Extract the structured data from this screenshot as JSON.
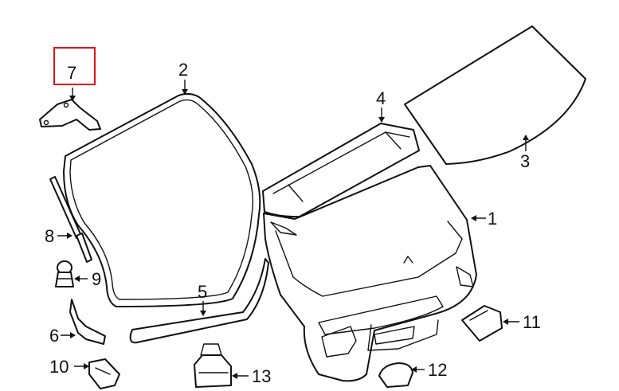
{
  "callouts": {
    "c1": "1",
    "c2": "2",
    "c3": "3",
    "c4": "4",
    "c5": "5",
    "c6": "6",
    "c7": "7",
    "c8": "8",
    "c9": "9",
    "c10": "10",
    "c11": "11",
    "c12": "12",
    "c13": "13"
  },
  "highlight": {
    "callout": "7",
    "color": "#e0141e"
  }
}
